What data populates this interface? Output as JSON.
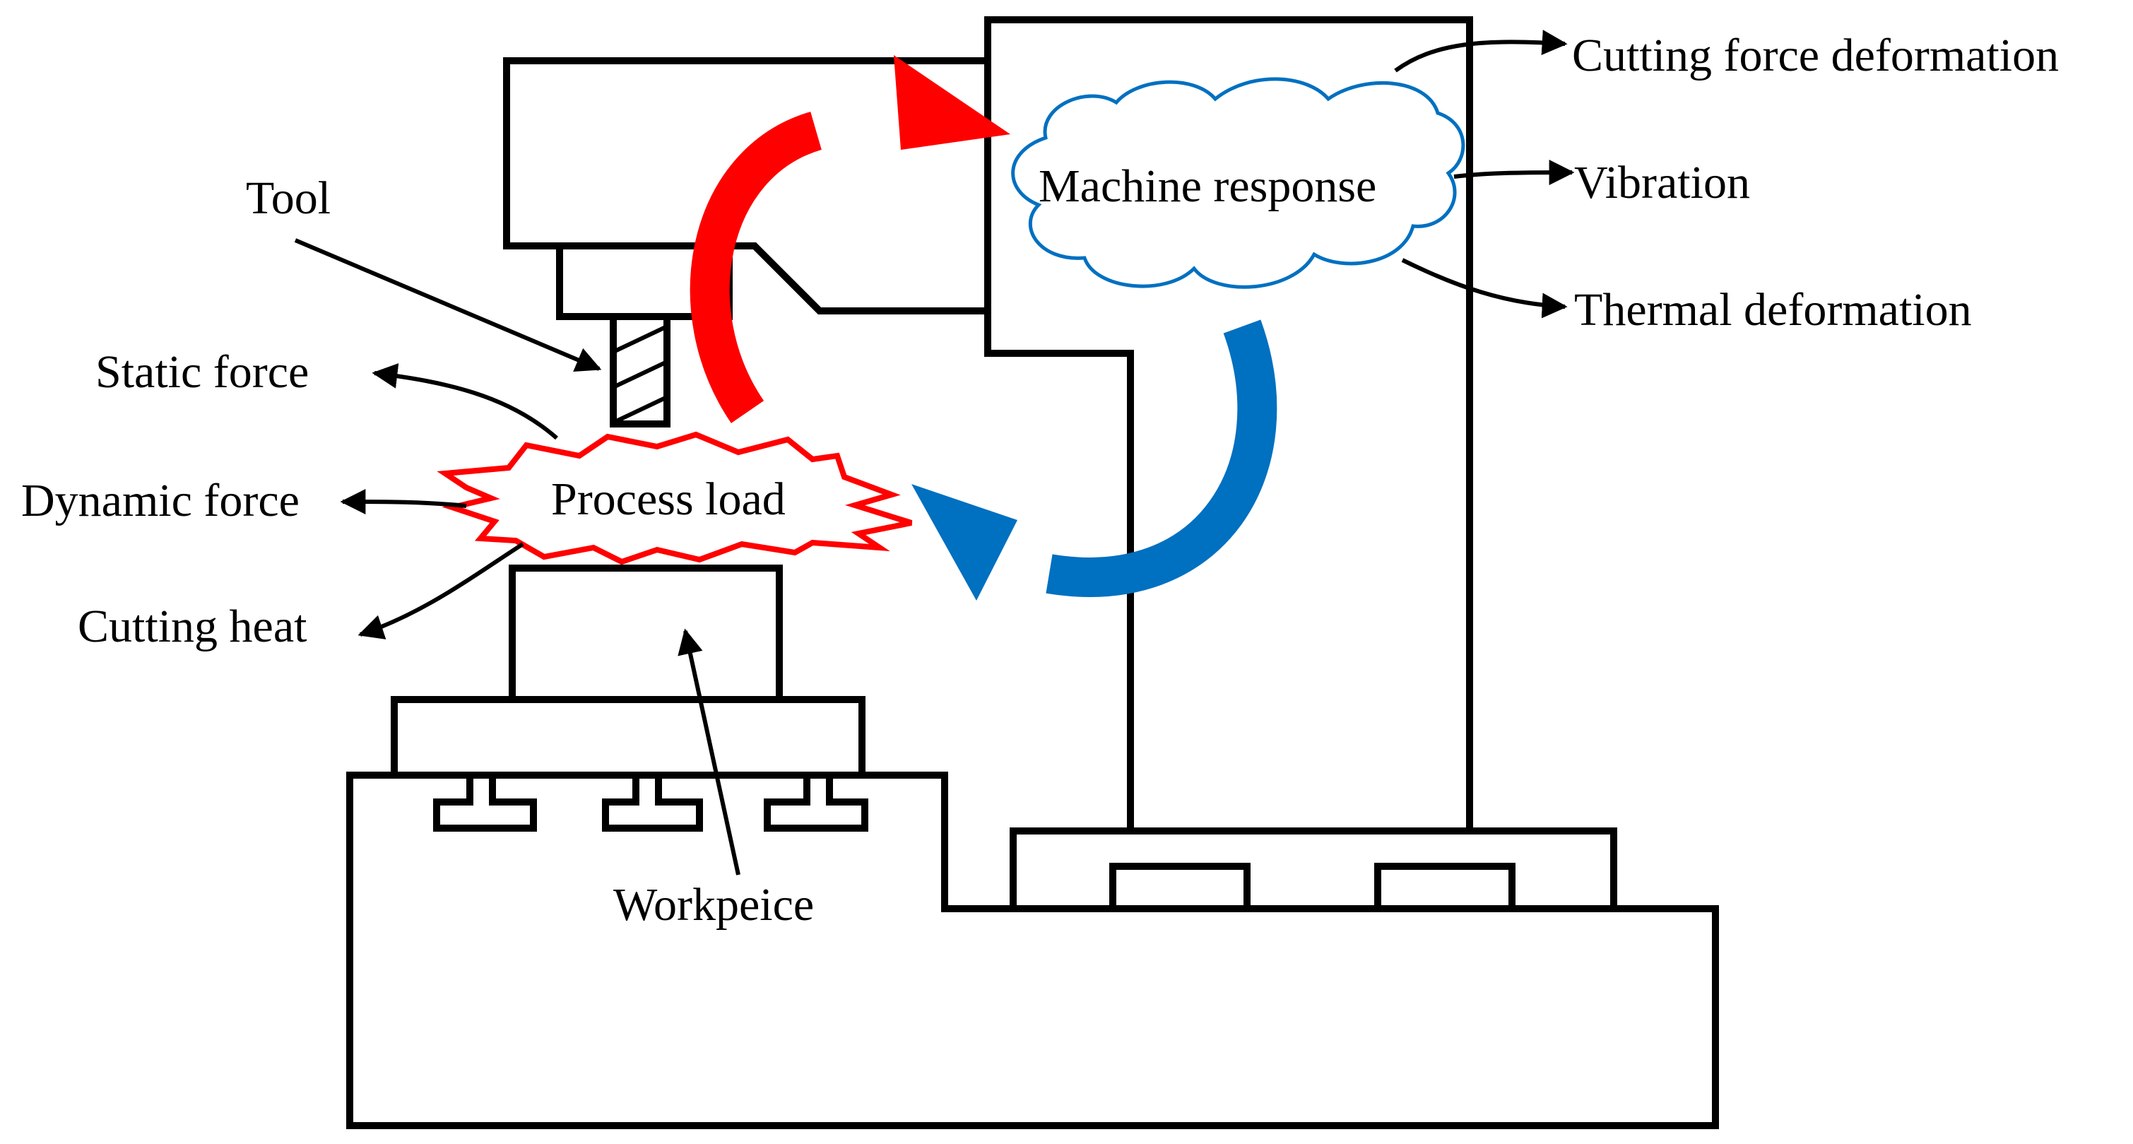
{
  "labels": {
    "tool": "Tool",
    "static_force": "Static force",
    "dynamic_force": "Dynamic force",
    "cutting_heat": "Cutting heat",
    "process_load": "Process load",
    "machine_response": "Machine response",
    "cutting_force_deformation": "Cutting force deformation",
    "vibration": "Vibration",
    "thermal_deformation": "Thermal deformation",
    "workpiece": "Workpeice"
  },
  "colors": {
    "outline": "#000000",
    "load_loop_arrow": "#ff0000",
    "response_loop_arrow": "#0070c0",
    "process_load_burst": "#ff0000",
    "machine_response_cloud": "#0070c0"
  }
}
